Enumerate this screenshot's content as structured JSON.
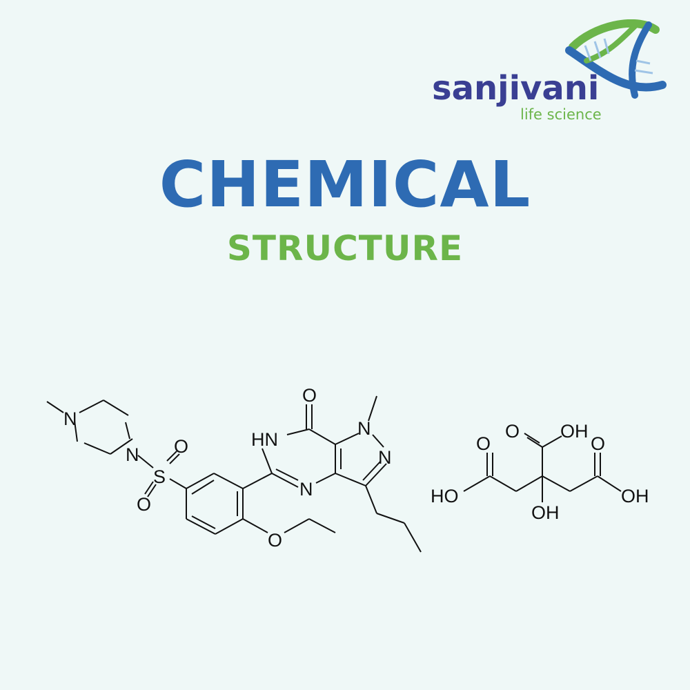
{
  "brand": {
    "name": "sanjivani",
    "tagline": "life science",
    "colors": {
      "blue": "#3a3f93",
      "green": "#6cb54a"
    },
    "logo_icon": "dna-helix-icon"
  },
  "heading": {
    "title": "CHEMICAL",
    "subtitle": "STRUCTURE",
    "title_color": "#2e6bb3",
    "subtitle_color": "#6cb54a"
  },
  "molecule_1": {
    "atoms": {
      "n_methyl_pip": "N",
      "n_pip": "N",
      "s": "S",
      "o_s1": "O",
      "o_s2": "O",
      "hn": "HN",
      "n_pyr": "N",
      "o_ketone": "O",
      "n1": "N",
      "n2": "N",
      "o_ether": "O"
    }
  },
  "molecule_2": {
    "atoms": {
      "o_top": "O",
      "oh_top": "OH",
      "o_left": "O",
      "ho_left": "HO",
      "o_right": "O",
      "oh_right": "OH",
      "oh_center": "OH"
    }
  }
}
